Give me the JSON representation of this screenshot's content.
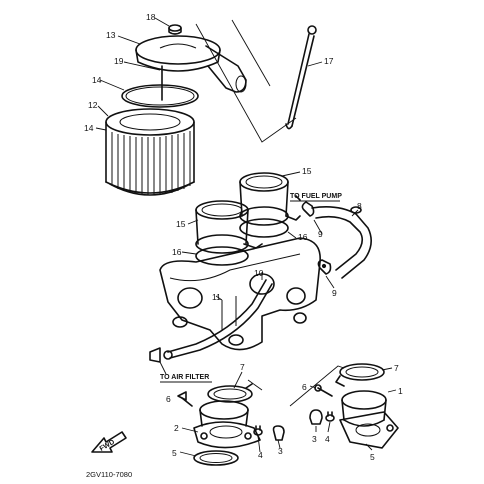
{
  "callouts": {
    "c18": "18",
    "c13": "13",
    "c19": "19",
    "c14a": "14",
    "c12": "12",
    "c14b": "14",
    "c17": "17",
    "c15a": "15",
    "c15b": "15",
    "c16a": "16",
    "c16b": "16",
    "c8": "8",
    "c9a": "9",
    "c9b": "9",
    "c10": "10",
    "c11": "11",
    "c7a": "7",
    "c7b": "7",
    "c6a": "6",
    "c6b": "6",
    "c1": "1",
    "c2": "2",
    "c3a": "3",
    "c3b": "3",
    "c4a": "4",
    "c4b": "4",
    "c5a": "5",
    "c5b": "5"
  },
  "notes": {
    "fuel_pump": "TO FUEL PUMP",
    "air_filter": "TO AIR FILTER",
    "front_marker": "FWD"
  },
  "figure_code": "2GV110-7080"
}
